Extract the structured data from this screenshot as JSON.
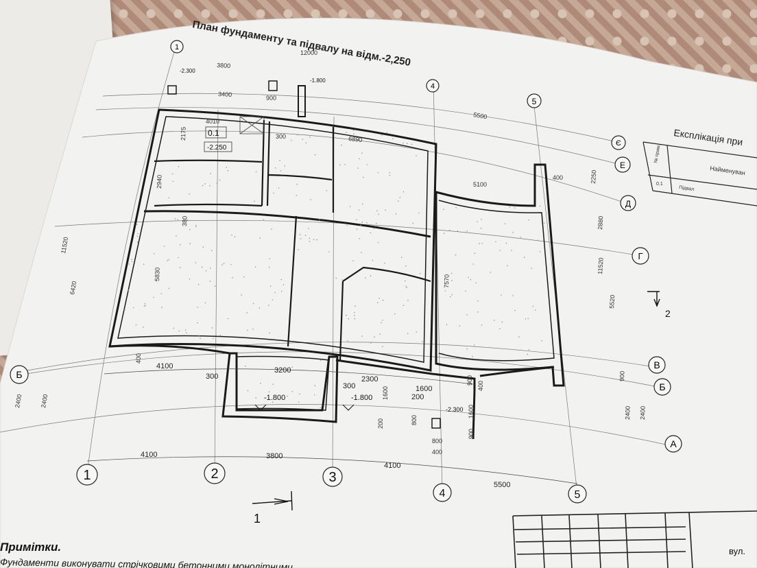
{
  "drawing": {
    "title": "План фундаменту та  підвалу на відм.-2,250",
    "explication_title": "Експлікація при",
    "explication_col_num": "№ прим.",
    "explication_col_name": "Найменуван",
    "explication_row_num": "0.1",
    "explication_row_name": "Підвал",
    "notes_title": "Примітки.",
    "notes_line1": "Фундаменти  виконувати  стрічковими  бетонними  монолітними",
    "stamp_text": "вул.",
    "section_1": "1",
    "section_2": "2"
  },
  "axes": {
    "vertical": [
      "1",
      "2",
      "3",
      "4",
      "5"
    ],
    "horizontal": [
      "А",
      "Б",
      "В",
      "Г",
      "Д",
      "Е",
      "Є"
    ]
  },
  "rooms": {
    "room_number": "0.1",
    "room_level": "-2.250"
  },
  "levels": {
    "lvl_1800_a": "-1.800",
    "lvl_1800_b": "-1.800",
    "lvl_2300_top": "-2.300",
    "lvl_2300_bottom": "-2.300",
    "lvl_1800_top": "-1.800"
  },
  "dimensions": {
    "bottom_4100": "4100",
    "bottom_3800": "3800",
    "bottom_4100b": "4100",
    "bottom_5500": "5500",
    "inner_4100": "4100",
    "inner_3200": "3200",
    "inner_2300": "2300",
    "inner_1600": "1600",
    "d300a": "300",
    "d300b": "300",
    "d200a": "200",
    "d200b": "200",
    "d400a": "400",
    "d1600v": "1600",
    "d800a": "800",
    "d800b": "800",
    "d400b": "400",
    "d900a": "900",
    "d1600b": "1600",
    "d400c": "400",
    "d900b": "900",
    "left_2400a": "2400",
    "left_2400b": "2400",
    "left_5830": "5830",
    "left_6420": "6420",
    "left_11520": "11520",
    "right_2400a": "2400",
    "right_2400b": "2400",
    "right_900": "900",
    "right_5520": "5520",
    "right_11520": "11520",
    "right_2880": "2880",
    "right_2250": "2250",
    "top_12000": "12000",
    "top_3800": "3800",
    "top_3400": "3400",
    "top_4010": "4010",
    "top_6890": "6890",
    "top_5100": "5100",
    "top_5500": "5500",
    "top_400": "400",
    "top_300": "300",
    "top_900": "900",
    "top_1800": "-1.800",
    "top_2300": "-2.300",
    "d7570": "7570",
    "d380": "380",
    "d2940": "2940",
    "d2175": "2175"
  },
  "colors": {
    "paper": "#f2f2f0",
    "line": "#1a1a1a",
    "cloth": "#b89c88"
  }
}
